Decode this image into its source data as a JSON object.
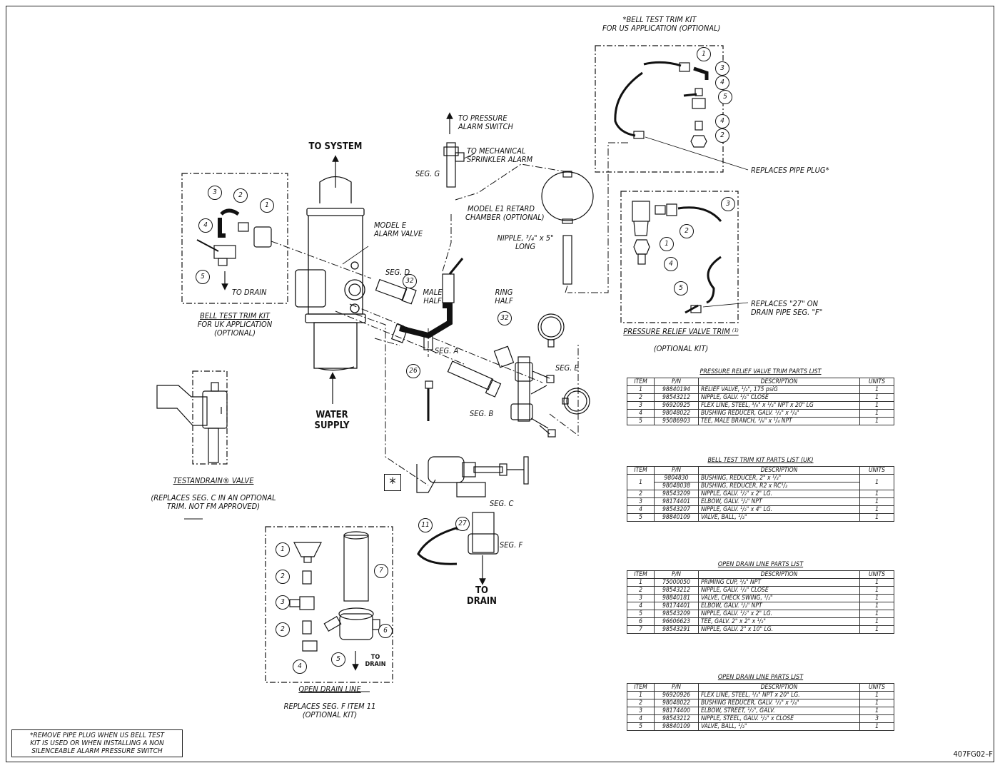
{
  "labels": {
    "to_system": "TO SYSTEM",
    "water_supply_1": "WATER",
    "water_supply_2": "SUPPLY",
    "to_drain_1": "TO",
    "to_drain_2": "DRAIN",
    "to_drain_small_1": "TO",
    "to_drain_small_2": "DRAIN",
    "to_drain_uk": "TO DRAIN",
    "model_e_1": "MODEL E",
    "model_e_2": "ALARM VALVE",
    "seg_a": "SEG. A",
    "seg_b": "SEG. B",
    "seg_c": "SEG. C",
    "seg_d": "SEG. D",
    "seg_e": "SEG. E",
    "seg_f": "SEG. F",
    "seg_g": "SEG. G",
    "male_half_1": "MALE",
    "male_half_2": "HALF",
    "ring_half_1": "RING",
    "ring_half_2": "HALF",
    "to_pressure_1": "TO PRESSURE",
    "to_pressure_2": "ALARM SWITCH",
    "to_mech_1": "TO MECHANICAL",
    "to_mech_2": "SPRINKLER ALARM",
    "retard_1": "MODEL E1 RETARD",
    "retard_2": "CHAMBER (OPTIONAL)",
    "nipple_1": "NIPPLE, ³/₄\" x 5\"",
    "nipple_2": "LONG",
    "replaces_plug": "REPLACES PIPE PLUG*",
    "replaces_27_1": "REPLACES \"27\" ON",
    "replaces_27_2": "DRAIN PIPE SEG. \"F\"",
    "us_kit_1": "*BELL TEST TRIM KIT",
    "us_kit_2": "FOR US APPLICATION (OPTIONAL)",
    "uk_kit_1": "BELL TEST TRIM KIT",
    "uk_kit_2": "FOR UK APPLICATION",
    "uk_kit_3": "(OPTIONAL)",
    "prv_1": "PRESSURE RELIEF VALVE TRIM ⁽¹⁾",
    "prv_2": "(OPTIONAL KIT)",
    "testdrain_1": "TESTANDRAIN® VALVE",
    "testdrain_2": "(REPLACES SEG. C IN AN OPTIONAL",
    "testdrain_3": "TRIM. NOT FM APPROVED)",
    "open_drain_1": "OPEN DRAIN LINE",
    "open_drain_2": "REPLACES SEG. F ITEM 11",
    "open_drain_3": "(OPTIONAL KIT)",
    "note_1": "*REMOVE PIPE PLUG WHEN US BELL TEST",
    "note_2": "KIT IS USED OR WHEN INSTALLING A NON",
    "note_3": "SILENCEABLE ALARM PRESSURE SWITCH",
    "fig_id": "407FG02–F",
    "star": "*"
  },
  "callouts": {
    "us": [
      "1",
      "3",
      "4",
      "5",
      "4",
      "2"
    ],
    "uk": [
      "3",
      "2",
      "1",
      "4",
      "5"
    ],
    "prv": [
      "3",
      "2",
      "1",
      "4",
      "5"
    ],
    "od": [
      "1",
      "2",
      "3",
      "2",
      "4",
      "5",
      "6",
      "7"
    ],
    "main": [
      "32",
      "32",
      "26",
      "11",
      "27"
    ]
  },
  "headers": [
    "ITEM",
    "P/N",
    "DESCRIPTION",
    "UNITS"
  ],
  "tables": {
    "prv": {
      "title": "PRESSURE RELIEF VALVE TRIM PARTS LIST",
      "rows": [
        [
          "1",
          "98840194",
          "RELIEF VALVE, ¹/₂\", 175 psiG",
          "1"
        ],
        [
          "2",
          "98543212",
          "NIPPLE, GALV. ¹/₂\" CLOSE",
          "1"
        ],
        [
          "3",
          "96920925",
          "FLEX LINE, STEEL, ³/₈\" x ¹/₂\" NPT x 20\" LG",
          "1"
        ],
        [
          "4",
          "98048022",
          "BUSHING REDUCER, GALV. ¹/₂\" x ³/₄\"",
          "1"
        ],
        [
          "5",
          "95086903",
          "TEE, MALE BRANCH, ³/₈\" x ¹/₄ NPT",
          "1"
        ]
      ]
    },
    "bell_uk": {
      "title": "BELL TEST TRIM KIT PARTS LIST (UK)",
      "item1": "1",
      "item1_units": "1",
      "item1_rows": [
        [
          "9804830",
          "BUSHING, REDUCER, 2\" x ¹/₂\""
        ],
        [
          "98048038",
          "BUSHING, REDUCER, R2 x RC¹/₂"
        ]
      ],
      "rows": [
        [
          "2",
          "98543209",
          "NIPPLE, GALV. ¹/₂\" x 2\" LG.",
          "1"
        ],
        [
          "3",
          "98174401",
          "ELBOW, GALV. ¹/₂\" NPT",
          "1"
        ],
        [
          "4",
          "98543207",
          "NIPPLE, GALV. ¹/₂\" x 4\" LG.",
          "1"
        ],
        [
          "5",
          "98840109",
          "VALVE, BALL, ¹/₂\"",
          "1"
        ]
      ]
    },
    "open_drain": {
      "title": "OPEN DRAIN LINE PARTS LIST",
      "rows": [
        [
          "1",
          "75000050",
          "PRIMING CUP, ¹/₂\" NPT",
          "1"
        ],
        [
          "2",
          "98543212",
          "NIPPLE, GALV. ¹/₂\" CLOSE",
          "1"
        ],
        [
          "3",
          "98840181",
          "VALVE, CHECK SWING, ¹/₂\"",
          "1"
        ],
        [
          "4",
          "98174401",
          "ELBOW, GALV. ¹/₂\" NPT",
          "1"
        ],
        [
          "5",
          "98543209",
          "NIPPLE, GALV. ¹/₂\" x 2\" LG.",
          "1"
        ],
        [
          "6",
          "96606623",
          "TEE, GALV. 2\" x 2\" x ¹/₂\"",
          "1"
        ],
        [
          "7",
          "98543291",
          "NIPPLE, GALV. 2\" x 10\" LG.",
          "1"
        ]
      ]
    },
    "open_drain_2": {
      "title": "OPEN DRAIN LINE PARTS LIST",
      "rows": [
        [
          "1",
          "96920926",
          "FLEX LINE, STEEL, ¹/₂\" NPT x 20\" LG.",
          "1"
        ],
        [
          "2",
          "98048022",
          "BUSHING REDUCER, GALV. ¹/₂\" x ³/₄\"",
          "1"
        ],
        [
          "3",
          "98174400",
          "ELBOW, STREET, ¹/₂\", GALV.",
          "1"
        ],
        [
          "4",
          "98543212",
          "NIPPLE, STEEL, GALV. ¹/₂\" x CLOSE",
          "3"
        ],
        [
          "5",
          "98840109",
          "VALVE, BALL, ¹/₂\"",
          "1"
        ]
      ]
    }
  }
}
